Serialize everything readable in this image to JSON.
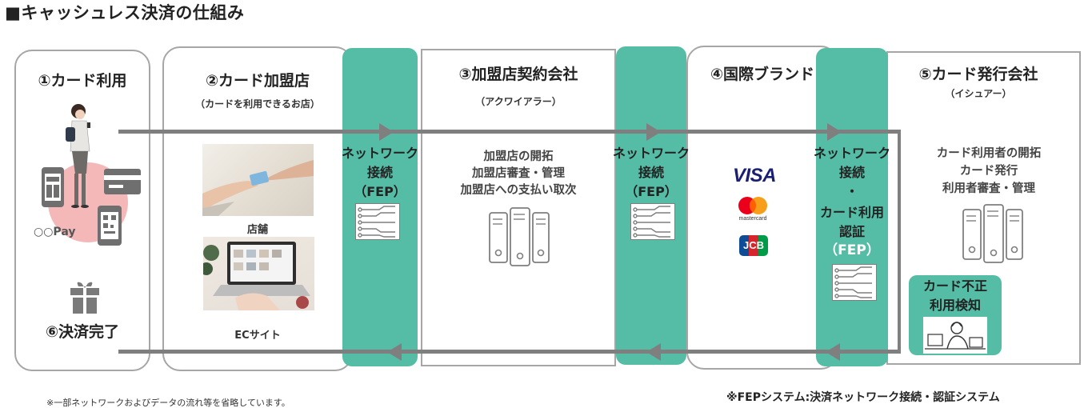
{
  "title": "■キャッシュレス決済の仕組み",
  "steps": {
    "card_use": {
      "label": "①カード利用",
      "pay_label": "○○Pay"
    },
    "merchant": {
      "label": "②カード加盟店",
      "sub": "（カードを利用できるお店）",
      "store_label": "店舗",
      "ec_label": "ECサイト"
    },
    "acquirer": {
      "label": "③加盟店契約会社",
      "sub": "（アクワイアラー）",
      "lines": [
        "加盟店の開拓",
        "加盟店審査・管理",
        "加盟店への支払い取次"
      ]
    },
    "brand": {
      "label": "④国際ブランド",
      "logos": [
        "VISA",
        "mastercard",
        "JCB"
      ]
    },
    "issuer": {
      "label": "⑤カード発行会社",
      "sub": "（イシュアー）",
      "lines": [
        "カード利用者の開拓",
        "カード発行",
        "利用者審査・管理"
      ],
      "fraud": [
        "カード不正",
        "利用検知"
      ]
    },
    "complete": {
      "label": "⑥決済完了"
    }
  },
  "fep": {
    "col1": [
      "ネットワーク",
      "接続",
      "（FEP）"
    ],
    "col2": [
      "ネットワーク",
      "接続",
      "（FEP）"
    ],
    "col3": [
      "ネットワーク",
      "接続",
      "・",
      "カード利用",
      "認証",
      "（FEP）"
    ]
  },
  "notes": {
    "left": "※一部ネットワークおよびデータの流れ等を省略しています。",
    "right": "※FEPシステム:決済ネットワーク接続・認証システム"
  },
  "colors": {
    "fep_green": "#55bca6",
    "flow_gray": "#7f7f7f",
    "border_gray": "#a6a6a6",
    "pink_circle": "#f5b8b8"
  }
}
